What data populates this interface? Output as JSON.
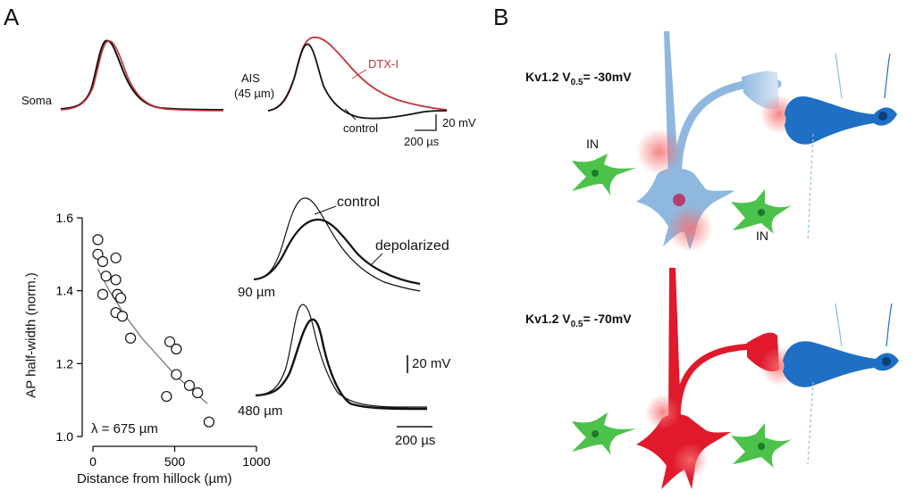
{
  "panel_a": {
    "letter": "A",
    "top_traces": {
      "soma_label": "Soma",
      "ais_label_line1": "AIS",
      "ais_label_line2": "(45 µm)",
      "dtx_label": "DTX-I",
      "control_label": "control",
      "scale_v": "20 mV",
      "scale_t": "200 µs"
    },
    "scatter": {
      "ylabel": "AP half-width (norm.)",
      "xlabel": "Distance from hillock (µm)",
      "annotation": "λ = 675 µm",
      "x_ticks": [
        "0",
        "500",
        "1000"
      ],
      "y_ticks": [
        "1.0",
        "1.2",
        "1.4",
        "1.6"
      ]
    },
    "right_traces": {
      "control_label": "control",
      "depolarized_label": "depolarized",
      "dist_90": "90 µm",
      "dist_480": "480 µm",
      "scale_v": "20 mV",
      "scale_t": "200 µs"
    }
  },
  "panel_b": {
    "letter": "B",
    "top_title": "Kv1.2 V",
    "top_sub": "0.5",
    "top_value": "= -30mV",
    "bottom_title": "Kv1.2 V",
    "bottom_sub": "0.5",
    "bottom_value": "= -70mV",
    "in_label_left": "IN",
    "in_label_right": "IN"
  },
  "colors": {
    "dtx_red": "#c8323c",
    "blue_neuron": "#1f6fc4",
    "light_blue_neuron": "#8fb8df",
    "red_neuron": "#e0192b",
    "green_neuron": "#4cc24a"
  },
  "chart_data": {
    "type": "scatter",
    "xlabel": "Distance from hillock (µm)",
    "ylabel": "AP half-width (norm.)",
    "xlim": [
      0,
      1000
    ],
    "ylim": [
      1.0,
      1.6
    ],
    "points": [
      {
        "x": 30,
        "y": 1.54
      },
      {
        "x": 30,
        "y": 1.5
      },
      {
        "x": 60,
        "y": 1.48
      },
      {
        "x": 80,
        "y": 1.44
      },
      {
        "x": 60,
        "y": 1.39
      },
      {
        "x": 140,
        "y": 1.49
      },
      {
        "x": 140,
        "y": 1.43
      },
      {
        "x": 150,
        "y": 1.39
      },
      {
        "x": 170,
        "y": 1.38
      },
      {
        "x": 140,
        "y": 1.34
      },
      {
        "x": 180,
        "y": 1.33
      },
      {
        "x": 230,
        "y": 1.27
      },
      {
        "x": 470,
        "y": 1.26
      },
      {
        "x": 510,
        "y": 1.24
      },
      {
        "x": 510,
        "y": 1.17
      },
      {
        "x": 590,
        "y": 1.14
      },
      {
        "x": 640,
        "y": 1.12
      },
      {
        "x": 450,
        "y": 1.11
      },
      {
        "x": 710,
        "y": 1.04
      }
    ],
    "fit": {
      "x": [
        30,
        100,
        200,
        300,
        400,
        500,
        600,
        700
      ],
      "y": [
        1.46,
        1.4,
        1.33,
        1.27,
        1.22,
        1.17,
        1.13,
        1.09
      ]
    }
  }
}
